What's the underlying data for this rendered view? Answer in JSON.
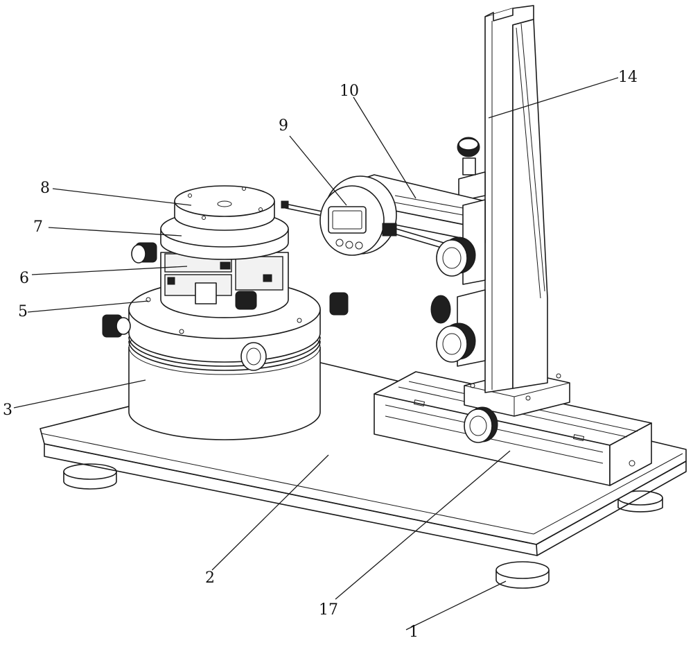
{
  "labels": {
    "l1": "1",
    "l2": "2",
    "l3": "3",
    "l5": "5",
    "l6": "6",
    "l7": "7",
    "l8": "8",
    "l9": "9",
    "l10": "10",
    "l14": "14",
    "l17": "17"
  }
}
